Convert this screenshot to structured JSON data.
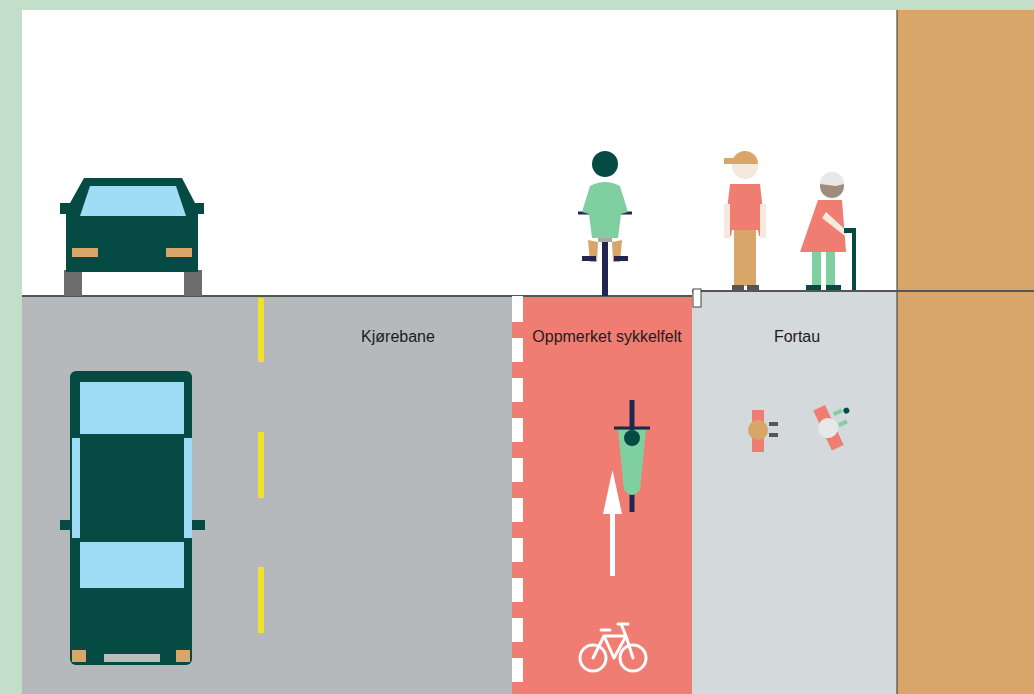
{
  "diagram": {
    "nodes": [
      {
        "text": [
          "Kjørebane"
        ]
      },
      {
        "text": [
          "Oppmerket sykkelfelt"
        ]
      },
      {
        "text": [
          "Fortau"
        ]
      }
    ]
  }
}
